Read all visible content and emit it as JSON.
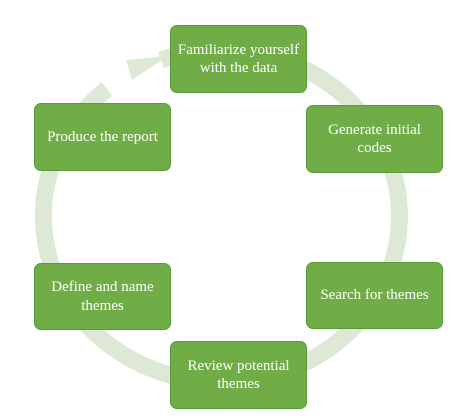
{
  "colors": {
    "box_fill": "#70ad47",
    "box_text": "#ffffff",
    "cycle_arrow": "#dde8d5"
  },
  "icons": {
    "cycle_arrow": "circular-arrow-clockwise"
  },
  "stages": [
    {
      "label": "Familiarize yourself with the data"
    },
    {
      "label": "Generate initial codes"
    },
    {
      "label": "Search for themes"
    },
    {
      "label": "Review potential themes"
    },
    {
      "label": "Define and name themes"
    },
    {
      "label": "Produce the report"
    }
  ]
}
